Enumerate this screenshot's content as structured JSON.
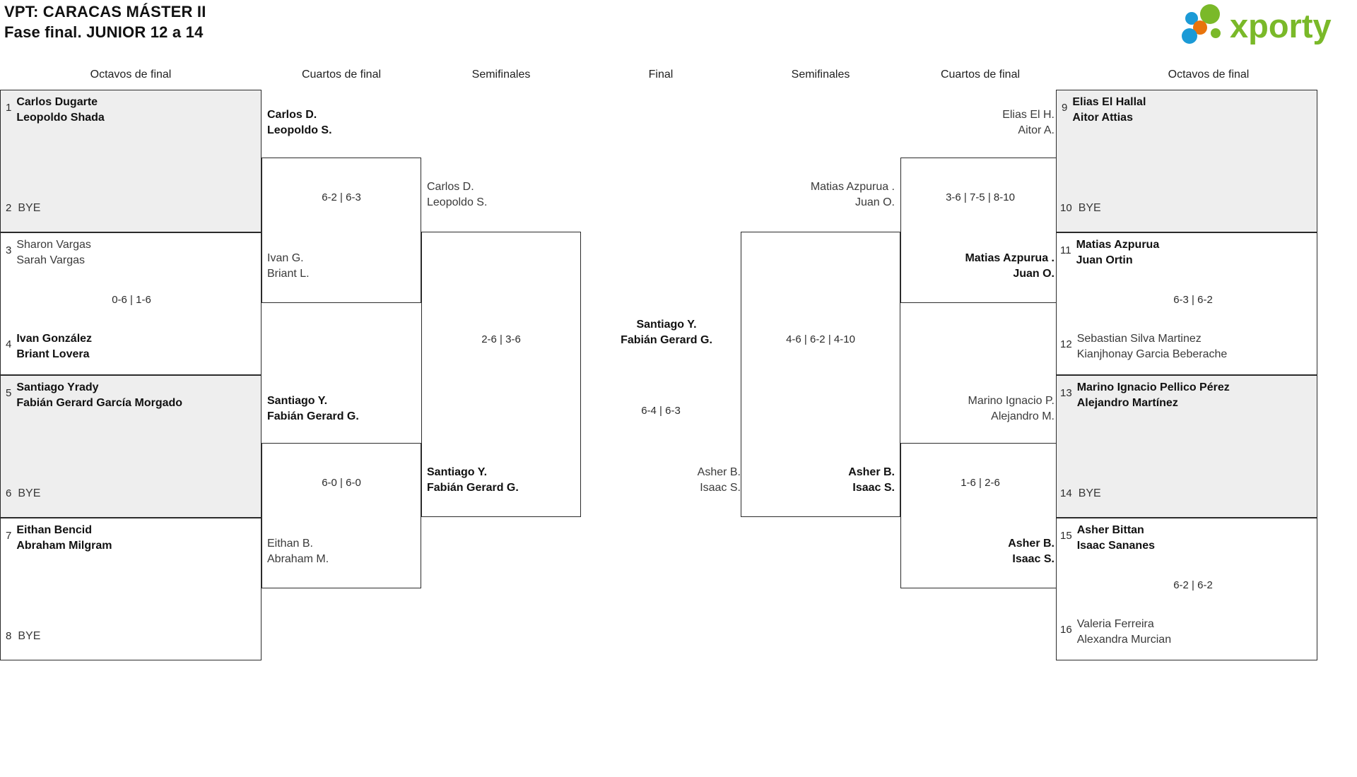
{
  "header": {
    "title_line1": "VPT: CARACAS MÁSTER II",
    "title_line2": "Fase final. JUNIOR 12 a 14",
    "logo_text": "xporty",
    "logo_colors": {
      "green": "#7ab929",
      "blue": "#1b9ad6",
      "orange": "#e8740c"
    }
  },
  "round_headers": {
    "left_octavos": "Octavos de final",
    "left_cuartos": "Cuartos de final",
    "left_semis": "Semifinales",
    "final": "Final",
    "right_semis": "Semifinales",
    "right_cuartos": "Cuartos de final",
    "right_octavos": "Octavos de final"
  },
  "chart_data": {
    "type": "bracket",
    "title": "VPT: CARACAS MÁSTER II — Fase final. JUNIOR 12 a 14",
    "rounds": [
      "Octavos de final",
      "Cuartos de final",
      "Semifinales",
      "Final"
    ],
    "champion": "Santiago Y. / Fabián Gerard G.",
    "final_score": "6-4 | 6-3"
  },
  "left": {
    "octavos": [
      {
        "seed": "1",
        "p1": "Carlos Dugarte",
        "p2": "Leopoldo Shada",
        "result": "win",
        "shaded": true
      },
      {
        "seed": "2",
        "bye": "BYE",
        "result": "bye",
        "shaded": true
      },
      {
        "seed": "3",
        "p1": "Sharon Vargas",
        "p2": "Sarah Vargas",
        "result": "lose",
        "shaded": false
      },
      {
        "seed": "4",
        "p1": "Ivan González",
        "p2": "Briant Lovera",
        "result": "win",
        "shaded": false
      },
      {
        "seed": "5",
        "p1": "Santiago Yrady",
        "p2": "Fabián Gerard García Morgado",
        "result": "win",
        "shaded": true
      },
      {
        "seed": "6",
        "bye": "BYE",
        "result": "bye",
        "shaded": true
      },
      {
        "seed": "7",
        "p1": "Eithan Bencid",
        "p2": "Abraham Milgram",
        "result": "win",
        "shaded": false
      },
      {
        "seed": "8",
        "bye": "BYE",
        "result": "bye",
        "shaded": false
      }
    ],
    "octavos_scores": [
      "",
      "0-6 | 1-6",
      "",
      ""
    ],
    "cuartos": [
      {
        "p1": "Carlos D.",
        "p2": "Leopoldo S.",
        "result": "win"
      },
      {
        "p1": "Ivan G.",
        "p2": "Briant L.",
        "result": "lose"
      },
      {
        "p1": "Santiago Y.",
        "p2": "Fabián Gerard G.",
        "result": "win"
      },
      {
        "p1": "Eithan B.",
        "p2": "Abraham M.",
        "result": "lose"
      }
    ],
    "cuartos_scores": [
      "6-2 | 6-3",
      "6-0 | 6-0"
    ],
    "semis": [
      {
        "p1": "Carlos D.",
        "p2": "Leopoldo S.",
        "result": "lose"
      },
      {
        "p1": "Santiago Y.",
        "p2": "Fabián Gerard G.",
        "result": "win"
      }
    ],
    "semis_score": "2-6 | 3-6"
  },
  "final": {
    "winner": {
      "p1": "Santiago Y.",
      "p2": "Fabián Gerard G."
    },
    "runner_up": {
      "p1": "Asher B.",
      "p2": "Isaac S."
    },
    "score": "6-4 | 6-3"
  },
  "right": {
    "octavos": [
      {
        "seed": "9",
        "p1": "Elias El Hallal",
        "p2": "Aitor Attias",
        "result": "win",
        "shaded": true
      },
      {
        "seed": "10",
        "bye": "BYE",
        "result": "bye",
        "shaded": true
      },
      {
        "seed": "11",
        "p1": "Matias Azpurua",
        "p2": "Juan Ortin",
        "result": "win",
        "shaded": false
      },
      {
        "seed": "12",
        "p1": "Sebastian Silva Martinez",
        "p2": "Kianjhonay Garcia Beberache",
        "result": "lose",
        "shaded": false
      },
      {
        "seed": "13",
        "p1": "Marino Ignacio Pellico Pérez",
        "p2": "Alejandro Martínez",
        "result": "win",
        "shaded": true
      },
      {
        "seed": "14",
        "bye": "BYE",
        "result": "bye",
        "shaded": true
      },
      {
        "seed": "15",
        "p1": "Asher Bittan",
        "p2": "Isaac Sananes",
        "result": "win",
        "shaded": false
      },
      {
        "seed": "16",
        "p1": "Valeria Ferreira",
        "p2": "Alexandra Murcian",
        "result": "lose",
        "shaded": false
      }
    ],
    "octavos_scores": [
      "",
      "6-3 | 6-2",
      "",
      "6-2 | 6-2"
    ],
    "cuartos": [
      {
        "p1": "Elias El H.",
        "p2": "Aitor A.",
        "result": "lose"
      },
      {
        "p1": "Matias Azpurua .",
        "p2": "Juan O.",
        "result": "win"
      },
      {
        "p1": "Marino Ignacio P.",
        "p2": "Alejandro M.",
        "result": "lose"
      },
      {
        "p1": "Asher B.",
        "p2": "Isaac S.",
        "result": "win"
      }
    ],
    "cuartos_scores": [
      "3-6 | 7-5 | 8-10",
      "1-6 | 2-6"
    ],
    "semis": [
      {
        "p1": "Matias Azpurua .",
        "p2": "Juan O.",
        "result": "lose"
      },
      {
        "p1": "Asher B.",
        "p2": "Isaac S.",
        "result": "win"
      }
    ],
    "semis_score": "4-6 | 6-2 | 4-10"
  }
}
